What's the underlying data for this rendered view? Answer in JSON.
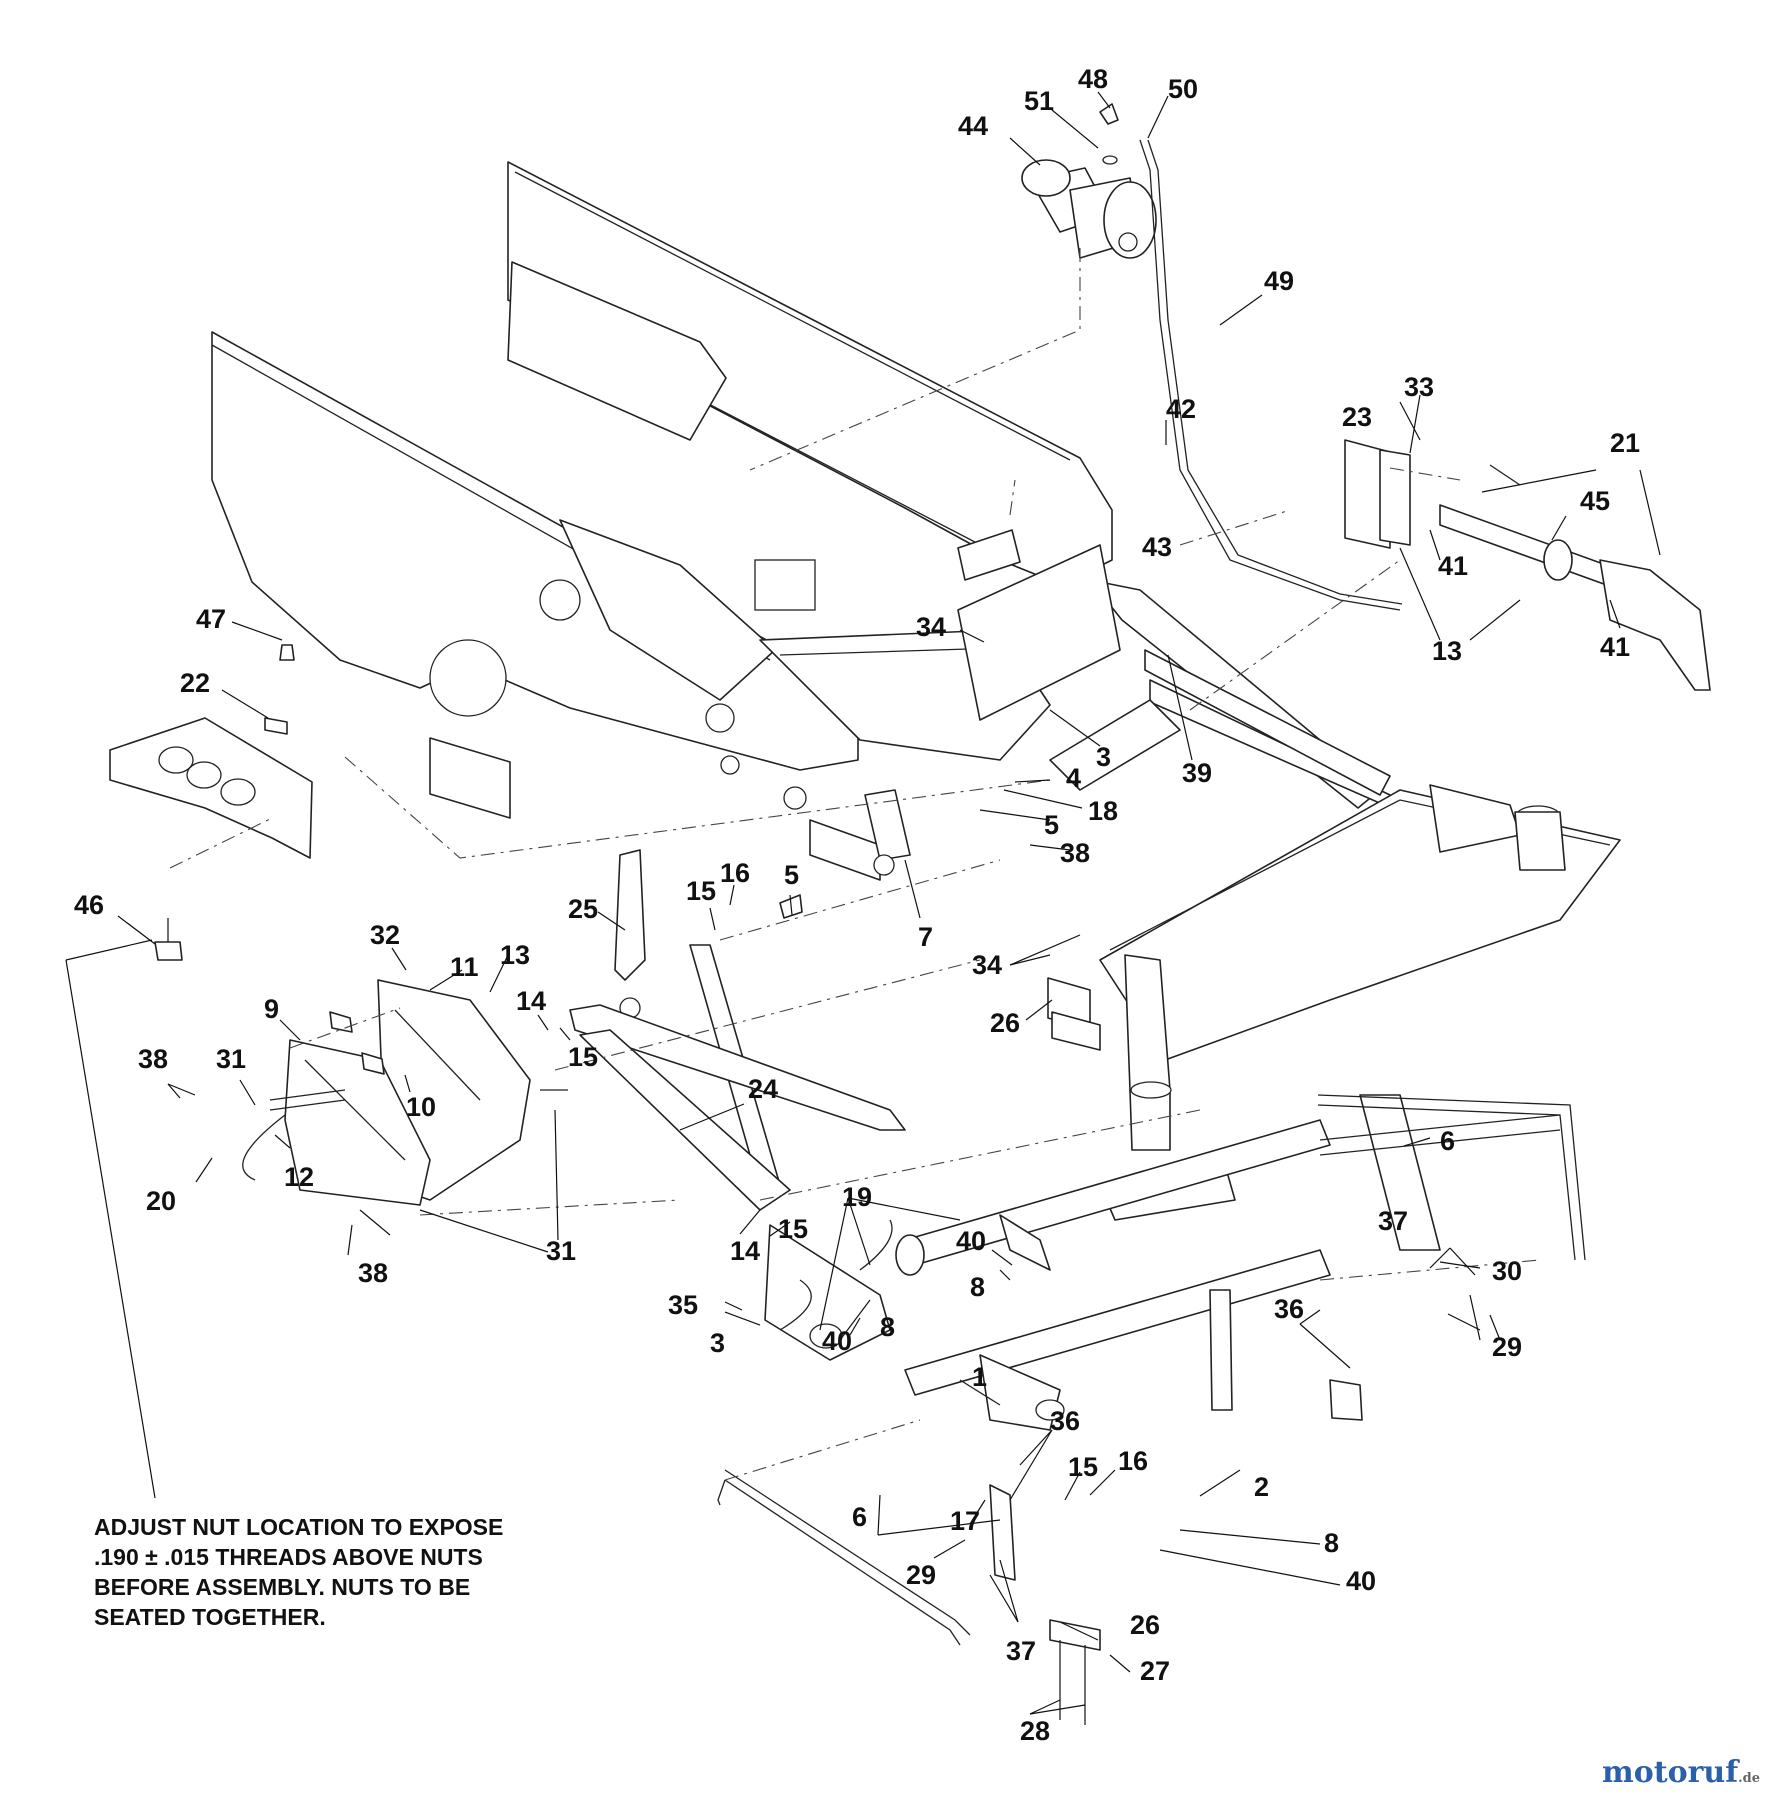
{
  "note": {
    "lines": [
      "ADJUST NUT LOCATION TO EXPOSE",
      ".190 ± .015 THREADS ABOVE NUTS",
      "BEFORE ASSEMBLY. NUTS TO BE",
      "SEATED TOGETHER."
    ]
  },
  "watermark": {
    "text": "motoruf",
    "suffix": ".de",
    "color": "#2b5fa8"
  },
  "callouts": [
    {
      "id": "c-48",
      "label": "48"
    },
    {
      "id": "c-50",
      "label": "50"
    },
    {
      "id": "c-51",
      "label": "51"
    },
    {
      "id": "c-44",
      "label": "44"
    },
    {
      "id": "c-49",
      "label": "49"
    },
    {
      "id": "c-42",
      "label": "42"
    },
    {
      "id": "c-43",
      "label": "43"
    },
    {
      "id": "c-33",
      "label": "33"
    },
    {
      "id": "c-23",
      "label": "23"
    },
    {
      "id": "c-21",
      "label": "21"
    },
    {
      "id": "c-45",
      "label": "45"
    },
    {
      "id": "c-41a",
      "label": "41"
    },
    {
      "id": "c-13a",
      "label": "13"
    },
    {
      "id": "c-41b",
      "label": "41"
    },
    {
      "id": "c-47",
      "label": "47"
    },
    {
      "id": "c-22",
      "label": "22"
    },
    {
      "id": "c-34a",
      "label": "34"
    },
    {
      "id": "c-3a",
      "label": "3"
    },
    {
      "id": "c-39",
      "label": "39"
    },
    {
      "id": "c-4",
      "label": "4"
    },
    {
      "id": "c-18",
      "label": "18"
    },
    {
      "id": "c-5a",
      "label": "5"
    },
    {
      "id": "c-38a",
      "label": "38"
    },
    {
      "id": "c-46",
      "label": "46"
    },
    {
      "id": "c-25",
      "label": "25"
    },
    {
      "id": "c-15a",
      "label": "15"
    },
    {
      "id": "c-16a",
      "label": "16"
    },
    {
      "id": "c-5b",
      "label": "5"
    },
    {
      "id": "c-7",
      "label": "7"
    },
    {
      "id": "c-32",
      "label": "32"
    },
    {
      "id": "c-11",
      "label": "11"
    },
    {
      "id": "c-13b",
      "label": "13"
    },
    {
      "id": "c-34b",
      "label": "34"
    },
    {
      "id": "c-9",
      "label": "9"
    },
    {
      "id": "c-14a",
      "label": "14"
    },
    {
      "id": "c-15b",
      "label": "15"
    },
    {
      "id": "c-26a",
      "label": "26"
    },
    {
      "id": "c-38b",
      "label": "38"
    },
    {
      "id": "c-31a",
      "label": "31"
    },
    {
      "id": "c-24",
      "label": "24"
    },
    {
      "id": "c-10",
      "label": "10"
    },
    {
      "id": "c-12",
      "label": "12"
    },
    {
      "id": "c-20",
      "label": "20"
    },
    {
      "id": "c-6a",
      "label": "6"
    },
    {
      "id": "c-19",
      "label": "19"
    },
    {
      "id": "c-14b",
      "label": "14"
    },
    {
      "id": "c-15c",
      "label": "15"
    },
    {
      "id": "c-31b",
      "label": "31"
    },
    {
      "id": "c-38c",
      "label": "38"
    },
    {
      "id": "c-40a",
      "label": "40"
    },
    {
      "id": "c-37a",
      "label": "37"
    },
    {
      "id": "c-30",
      "label": "30"
    },
    {
      "id": "c-8a",
      "label": "8"
    },
    {
      "id": "c-35",
      "label": "35"
    },
    {
      "id": "c-3b",
      "label": "3"
    },
    {
      "id": "c-36a",
      "label": "36"
    },
    {
      "id": "c-40b",
      "label": "40"
    },
    {
      "id": "c-8b",
      "label": "8"
    },
    {
      "id": "c-29a",
      "label": "29"
    },
    {
      "id": "c-1",
      "label": "1"
    },
    {
      "id": "c-36b",
      "label": "36"
    },
    {
      "id": "c-15d",
      "label": "15"
    },
    {
      "id": "c-16b",
      "label": "16"
    },
    {
      "id": "c-17",
      "label": "17"
    },
    {
      "id": "c-2",
      "label": "2"
    },
    {
      "id": "c-6b",
      "label": "6"
    },
    {
      "id": "c-8c",
      "label": "8"
    },
    {
      "id": "c-29b",
      "label": "29"
    },
    {
      "id": "c-40c",
      "label": "40"
    },
    {
      "id": "c-26b",
      "label": "26"
    },
    {
      "id": "c-37b",
      "label": "37"
    },
    {
      "id": "c-27",
      "label": "27"
    },
    {
      "id": "c-28",
      "label": "28"
    }
  ]
}
